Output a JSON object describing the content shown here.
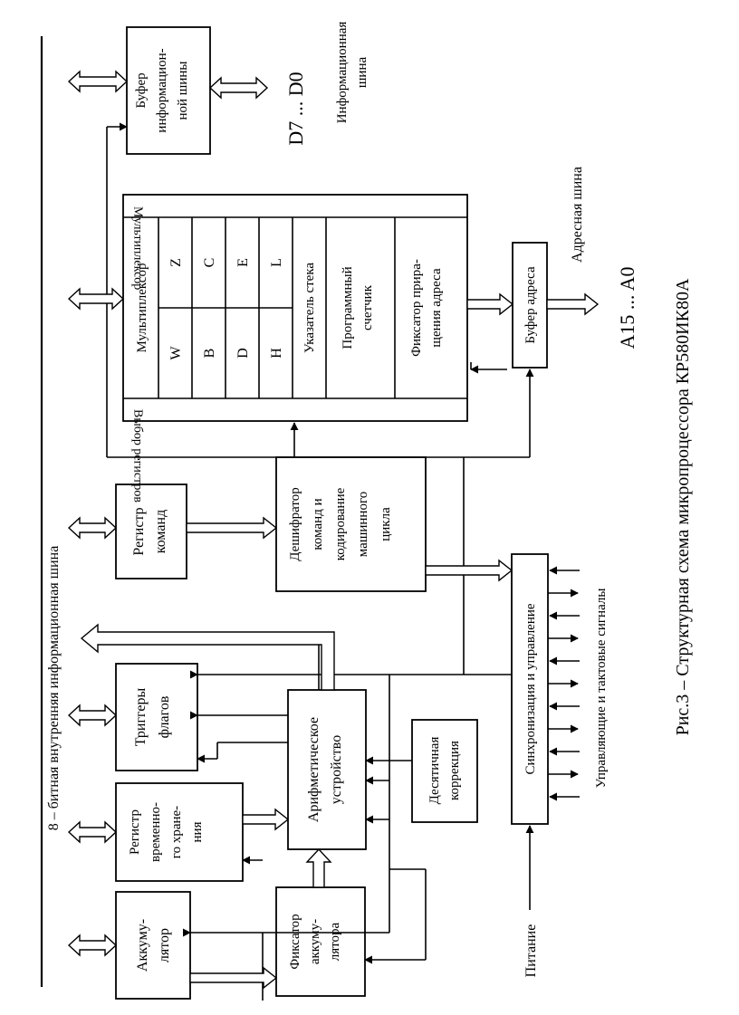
{
  "diagram": {
    "internal_bus_label": "8 – битная внутренняя информационная шина",
    "caption": "Рис.3 – Структурная схема микропроцессора КР580ИК80А",
    "blocks": {
      "accumulator": [
        "Аккуму-",
        "лятор"
      ],
      "temp_register": [
        "Регистр",
        "временно-",
        "го хране-",
        "ния"
      ],
      "flag_triggers": [
        "Триггеры",
        "флагов"
      ],
      "instruction_register": [
        "Регистр",
        "команд"
      ],
      "data_buffer": [
        "Буфер",
        "информацион-",
        "ной шины"
      ],
      "accumulator_latch": [
        "Фиксатор",
        "аккуму-",
        "лятора"
      ],
      "alu": [
        "Арифметическое",
        "устройство"
      ],
      "decimal_correction": [
        "Десятичная",
        "коррекция"
      ],
      "decoder": [
        "Дешифратор",
        "команд и",
        "кодирование",
        "машинного",
        "цикла"
      ],
      "sync_control": "Синхронизация и управление",
      "address_buffer": "Буфер адреса"
    },
    "register_file": {
      "left_label": "Выбор регистров",
      "right_label": "Мультиплексор",
      "multiplexer": "Мультиплексор",
      "pairs": [
        [
          "W",
          "Z"
        ],
        [
          "B",
          "C"
        ],
        [
          "D",
          "E"
        ],
        [
          "H",
          "L"
        ]
      ],
      "stack_pointer": "Указатель стека",
      "program_counter": [
        "Программный",
        "счетчик"
      ],
      "address_latch": [
        "Фиксатор прира-",
        "щения адреса"
      ]
    },
    "external": {
      "data_bus_pins": "D7 ... D0",
      "data_bus_label": [
        "Информационная",
        "шина"
      ],
      "address_bus_pins": "A15 ... A0",
      "address_bus_label": "Адресная шина",
      "power": "Питание",
      "control_signals": "Управляющие и тактовые сигналы"
    }
  }
}
